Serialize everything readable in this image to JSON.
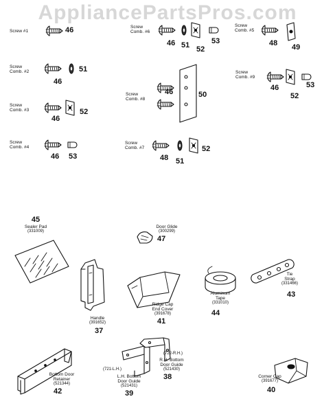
{
  "watermark": "AppliancePartsPros.com",
  "screws": {
    "s1": {
      "name": "Screw #1",
      "refs": [
        "46"
      ]
    },
    "c6": {
      "name1": "Screw",
      "name2": "Comb. #6",
      "refs": [
        "46",
        "51",
        "52",
        "53"
      ]
    },
    "c5": {
      "name1": "Screw",
      "name2": "Comb. #5",
      "refs": [
        "48",
        "49"
      ]
    },
    "c2": {
      "name1": "Screw",
      "name2": "Comb. #2",
      "refs": [
        "46",
        "51"
      ]
    },
    "c8": {
      "name1": "Screw",
      "name2": "Comb. #8",
      "refs": [
        "46",
        "50"
      ]
    },
    "c9": {
      "name1": "Screw",
      "name2": "Comb. #9",
      "refs": [
        "46",
        "52",
        "53"
      ]
    },
    "c3": {
      "name1": "Screw",
      "name2": "Comb. #3",
      "refs": [
        "46",
        "52"
      ]
    },
    "c4": {
      "name1": "Screw",
      "name2": "Comb. #4",
      "refs": [
        "46",
        "53"
      ]
    },
    "c7": {
      "name1": "Screw",
      "name2": "Comb. #7",
      "refs": [
        "48",
        "51",
        "52"
      ]
    }
  },
  "parts": {
    "sealer_pad": {
      "ref": "45",
      "name": "Sealer Pad",
      "pno": "(331009)"
    },
    "door_glide": {
      "ref": "47",
      "name": "Door Glide",
      "pno": "(300299)"
    },
    "handle": {
      "ref": "37",
      "name": "Handle",
      "pno": "(391652)"
    },
    "ridge_cap": {
      "ref": "41",
      "name1": "Ridge Cap",
      "name2": "End Cover",
      "pno": "(391678)"
    },
    "aluminum_tape": {
      "ref": "44",
      "name1": "Aluminum",
      "name2": "Tape",
      "pno": "(331010)"
    },
    "tie_strap": {
      "ref": "43",
      "name1": "Tie",
      "name2": "Strap",
      "pno": "(331466)"
    },
    "bottom_retainer": {
      "ref": "42",
      "name1": "Bottom Door",
      "name2": "Retainer",
      "pno": "(521344)"
    },
    "lh_guide": {
      "ref": "39",
      "side": "(721-L.H.)",
      "name1": "L.H. Bottom",
      "name2": "Door Guide",
      "pno": "(521431)"
    },
    "rh_guide": {
      "ref": "38",
      "side": "(722-R.H.)",
      "name1": "R.H. Bottom",
      "name2": "Door Guide",
      "pno": "(521430)"
    },
    "corner_cap": {
      "ref": "40",
      "name": "Corner Cap",
      "pno": "(391677)"
    }
  }
}
